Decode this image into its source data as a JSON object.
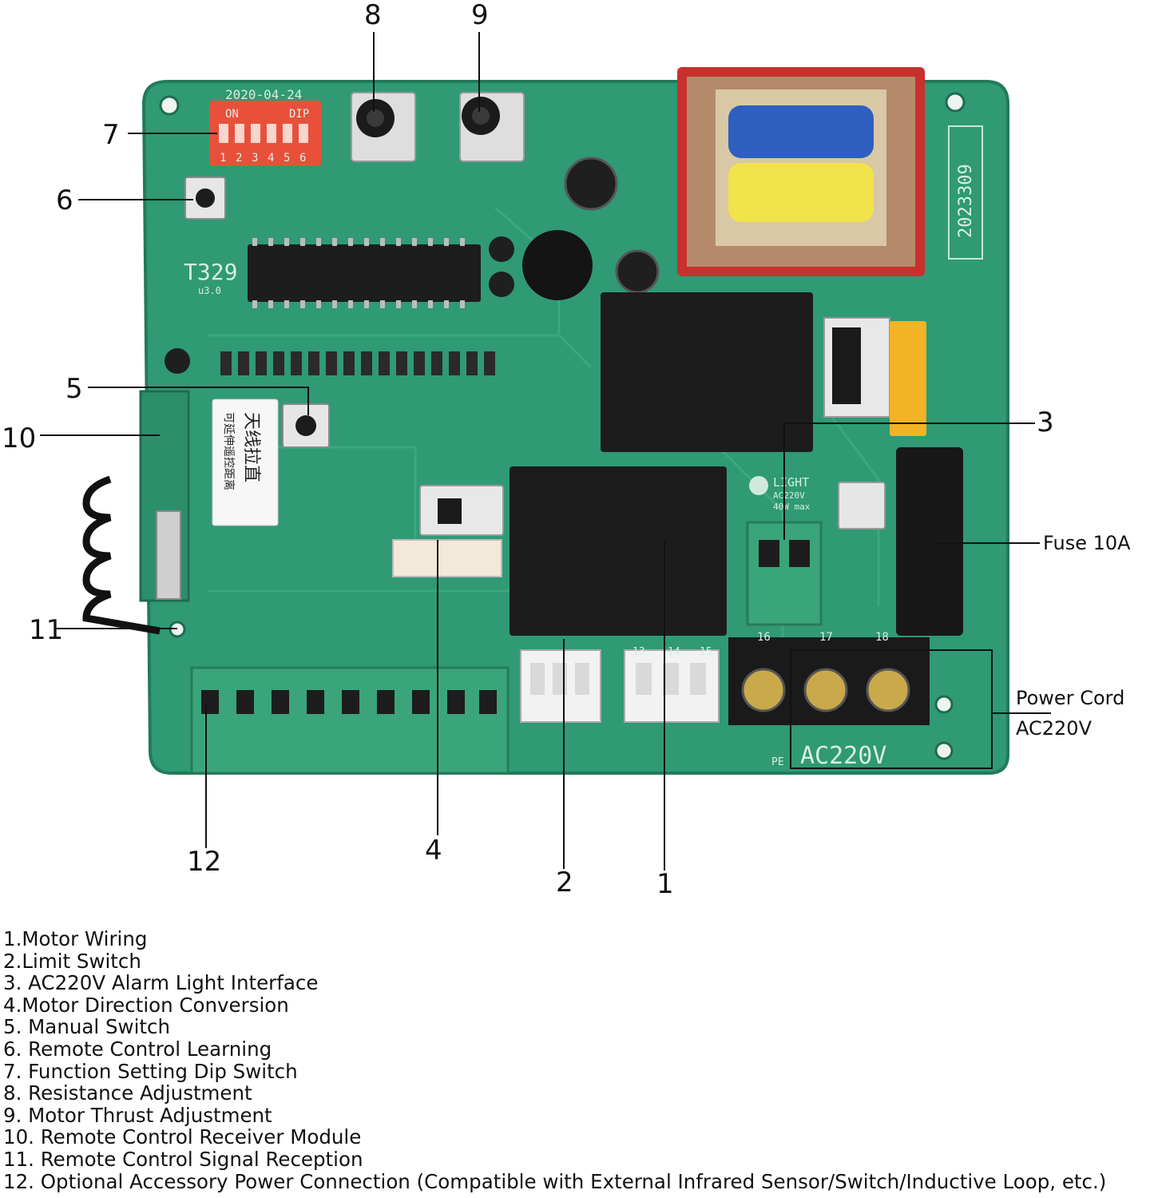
{
  "callouts": [
    "1",
    "2",
    "3",
    "4",
    "5",
    "6",
    "7",
    "8",
    "9",
    "10",
    "11",
    "12"
  ],
  "side_labels": {
    "fuse": "Fuse 10A",
    "power_line1": "Power Cord",
    "power_line2": "AC220V"
  },
  "board_markings": {
    "date": "2020-04-24",
    "dip_on": "ON",
    "dip_dip": "DIP",
    "dip_numbers": [
      "1",
      "2",
      "3",
      "4",
      "5",
      "6"
    ],
    "model": "T329",
    "version": "u3.0",
    "serial": "2023309",
    "terminal_text": "AC220V",
    "light_title": "LIGHT",
    "light_v": "AC220V",
    "light_w": "40W max",
    "terminal_nums": [
      "16",
      "17",
      "18"
    ],
    "connector_nums": [
      "13",
      "14",
      "15"
    ],
    "sticker_line1": "天线拉直",
    "sticker_line2": "可延伸遥控距离",
    "pe": "PE"
  },
  "legend_items": [
    "1.Motor Wiring",
    "2.Limit Switch",
    "3. AC220V Alarm Light Interface",
    "4.Motor Direction Conversion",
    "5. Manual Switch",
    "6. Remote Control Learning",
    "7. Function Setting Dip Switch",
    "8. Resistance Adjustment",
    "9. Motor Thrust Adjustment",
    "10. Remote Control Receiver Module",
    "11. Remote Control Signal Reception",
    "12. Optional Accessory Power Connection (Compatible with External Infrared Sensor/Switch/Inductive Loop, etc.)"
  ],
  "colors": {
    "pcb": "#2f9a74",
    "pcb_edge": "#237a5b",
    "terminal_green": "#3aa57a",
    "relay": "#1c1c1c",
    "transformer_frame": "#b58a6a"
  }
}
